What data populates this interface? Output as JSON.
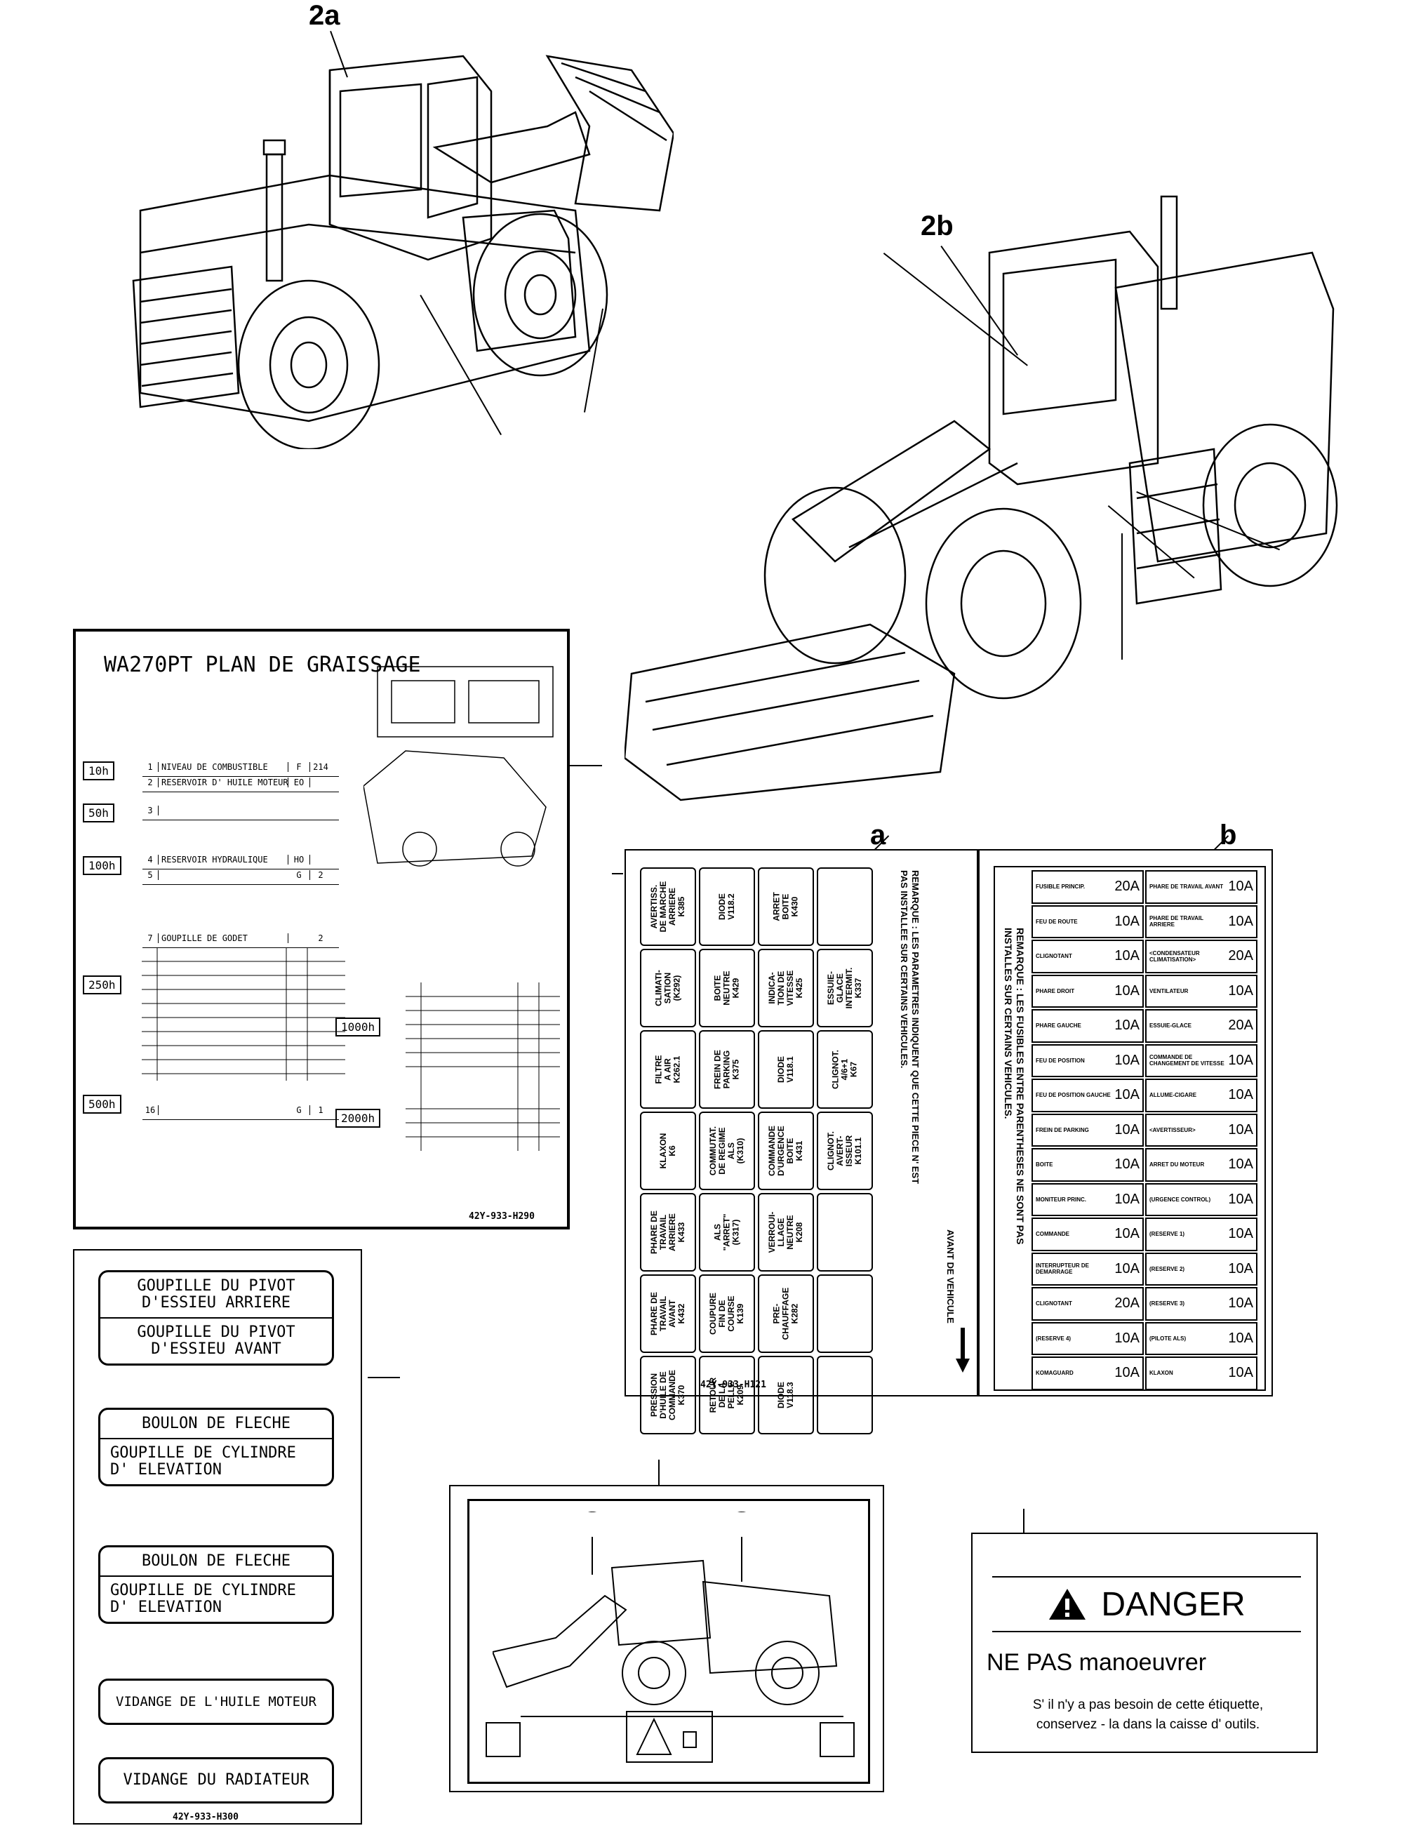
{
  "callouts": {
    "label_2a": "2a",
    "label_2b": "2b",
    "label_a": "a",
    "label_b": "b"
  },
  "lubrication_chart": {
    "title": "WA270PT PLAN DE GRAISSAGE",
    "intervals": [
      "10h",
      "50h",
      "100h",
      "250h",
      "500h",
      "1000h",
      "2000h"
    ],
    "rows_left": [
      {
        "no": "1",
        "text": "NIVEAU DE COMBUSTIBLE",
        "code": "F",
        "qty": "214"
      },
      {
        "no": "2",
        "text": "RESERVOIR D' HUILE MOTEUR",
        "code": "EO",
        "qty": ""
      },
      {
        "no": "3",
        "text": "",
        "code": "",
        "qty": ""
      },
      {
        "no": "4",
        "text": "RESERVOIR HYDRAULIQUE",
        "code": "HO",
        "qty": ""
      },
      {
        "no": "5",
        "text": "",
        "code": "G",
        "qty": "2"
      },
      {
        "no": "7",
        "text": "GOUPILLE DE GODET",
        "code": "",
        "qty": "2"
      },
      {
        "no": "16",
        "text": "",
        "code": "G",
        "qty": "1"
      }
    ],
    "part_number": "42Y-933-H290"
  },
  "fuse_label_a": {
    "grid": [
      [
        "AVERTISS.\nDE MARCHE\nARRIERE\nK385",
        "DIODE\nV118.2",
        "ARRET\nBOITE\nK430",
        ""
      ],
      [
        "CLIMATI-\nSATION\n(K292)",
        "BOITE\nNEUTRE\nK429",
        "INDICA-\nTION DE\nVITESSE\nK425",
        "ESSUIE-\nGLACE\nINTERMIT.\nK337"
      ],
      [
        "FILTRE\nA AIR\nK262.1",
        "FREIN DE\nPARKING\nK375",
        "DIODE\nV118.1",
        "CLIGNOT.\n4/6+1\nK67"
      ],
      [
        "KLAXON\nK6",
        "COMMUTAT.\nDE REGIME\nALS\n(K310)",
        "COMMANDE\nD'URGENCE\nBOITE\nK431",
        "CLIGNOT.\nAVERT-\nISSEUR\nK101.1"
      ],
      [
        "PHARE DE\nTRAVAIL\nARRIERE\nK433",
        "ALS\n\"ARRET\"\n(K317)",
        "VERROUI-\nLLAGE\nNEUTRE\nK208",
        ""
      ],
      [
        "PHARE DE\nTRAVAIL\nAVANT\nK432",
        "COUPURE\nFIN DE\nCOURSE\nK139",
        "PRE-\nCHAUFFAGE\nK282",
        ""
      ],
      [
        "PRESSION\nD'HUILE DE\nCOMMANDE\nK370",
        "RETOUR\nDE LA\nPELLE\nK209",
        "DIODE\nV118.3",
        ""
      ]
    ],
    "remark": "REMARQUE : LES PARAMETRES INDIQUENT QUE CETTE PIECE N' EST\nPAS INSTALLEE SUR CERTAINS VEHICULES.",
    "front": "AVANT DE VEHICULE",
    "part_number": "42Y-933-H121"
  },
  "fuse_label_b": {
    "remark": "REMARQUE : LES FUSIBLES ENTRE PARENTHESES NE SONT PAS\nINSTALLES SUR CERTAINS VEHICULES.",
    "left": [
      {
        "name": "FUSIBLE PRINCIP.",
        "amp": "20A"
      },
      {
        "name": "FEU DE ROUTE",
        "amp": "10A"
      },
      {
        "name": "CLIGNOTANT",
        "amp": "10A"
      },
      {
        "name": "PHARE DROIT",
        "amp": "10A"
      },
      {
        "name": "PHARE GAUCHE",
        "amp": "10A"
      },
      {
        "name": "FEU DE POSITION",
        "amp": "10A"
      },
      {
        "name": "FEU DE POSITION GAUCHE",
        "amp": "10A"
      },
      {
        "name": "FREIN DE PARKING",
        "amp": "10A"
      },
      {
        "name": "BOITE",
        "amp": "10A"
      },
      {
        "name": "MONITEUR PRINC.",
        "amp": "10A"
      },
      {
        "name": "COMMANDE",
        "amp": "10A"
      },
      {
        "name": "INTERRUPTEUR DE DEMARRAGE",
        "amp": "10A"
      },
      {
        "name": "CLIGNOTANT",
        "amp": "20A"
      },
      {
        "name": "(RESERVE 4)",
        "amp": "10A"
      },
      {
        "name": "KOMAGUARD",
        "amp": "10A"
      }
    ],
    "right": [
      {
        "name": "PHARE DE TRAVAIL AVANT",
        "amp": "10A"
      },
      {
        "name": "PHARE DE TRAVAIL ARRIERE",
        "amp": "10A"
      },
      {
        "name": "<CONDENSATEUR CLIMATISATION>",
        "amp": "20A"
      },
      {
        "name": "VENTILATEUR",
        "amp": "10A"
      },
      {
        "name": "ESSUIE-GLACE",
        "amp": "20A"
      },
      {
        "name": "COMMANDE DE CHANGEMENT DE VITESSE",
        "amp": "10A"
      },
      {
        "name": "ALLUME-CIGARE",
        "amp": "10A"
      },
      {
        "name": "<AVERTISSEUR>",
        "amp": "10A"
      },
      {
        "name": "ARRET DU MOTEUR",
        "amp": "10A"
      },
      {
        "name": "(URGENCE CONTROL)",
        "amp": "10A"
      },
      {
        "name": "(RESERVE 1)",
        "amp": "10A"
      },
      {
        "name": "(RESERVE 2)",
        "amp": "10A"
      },
      {
        "name": "(RESERVE 3)",
        "amp": "10A"
      },
      {
        "name": "(PILOTE ALS)",
        "amp": "10A"
      },
      {
        "name": "KLAXON",
        "amp": "10A"
      }
    ]
  },
  "pivot_labels": {
    "group1": [
      "GOUPILLE DU PIVOT\nD'ESSIEU ARRIERE",
      "GOUPILLE DU PIVOT\nD'ESSIEU AVANT"
    ],
    "group2": [
      "BOULON DE FLECHE",
      "GOUPILLE DE CYLINDRE\nD' ELEVATION"
    ],
    "group3": [
      "BOULON DE FLECHE",
      "GOUPILLE DE CYLINDRE\nD' ELEVATION"
    ],
    "oil": "VIDANGE DE L'HUILE MOTEUR",
    "radiator": "VIDANGE DU RADIATEUR",
    "part_number": "42Y-933-H300"
  },
  "danger_label": {
    "heading": "DANGER",
    "subheading": "NE PAS manoeuvrer",
    "note": "S' il n'y a pas besoin de cette étiquette,\nconservez - la dans la caisse d' outils."
  }
}
